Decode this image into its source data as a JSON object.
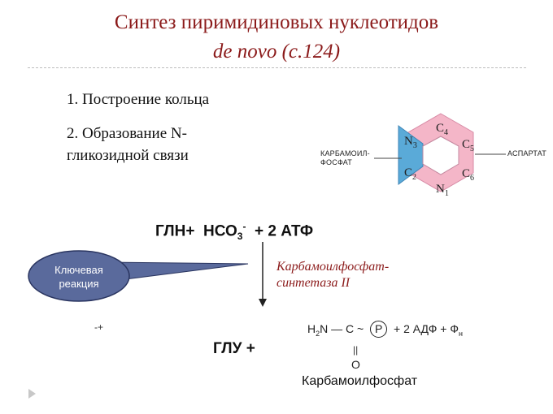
{
  "slide": {
    "title": "Синтез пиримидиновых нуклеотидов",
    "subtitle": "de novo (с.124)",
    "items": [
      {
        "text": "1. Построение кольца"
      },
      {
        "text_line1": "2. Образование N-",
        "text_line2": "гликозидной связи"
      }
    ]
  },
  "ring": {
    "left_label_line1": "КАРБАМОИЛ-",
    "left_label_line2": "ФОСФАТ",
    "right_label": "АСПАРТАТ",
    "atoms": {
      "c4": "C",
      "c4_sub": "4",
      "n3": "N",
      "n3_sub": "3",
      "c5": "C",
      "c5_sub": "5",
      "c2": "C",
      "c2_sub": "2",
      "c6": "C",
      "c6_sub": "6",
      "n1": "N",
      "n1_sub": "1"
    },
    "colors": {
      "pink": "#f4b6c8",
      "blue": "#5aaad8",
      "line": "#333333"
    }
  },
  "reaction": {
    "reactants_a": "ГЛН+  НСО",
    "reactants_sub": "3",
    "reactants_sup": "-",
    "reactants_b": "  + 2 АТФ",
    "enzyme_line1": "Карбамоилфосфат-",
    "enzyme_line2": "синтетаза II",
    "key_line1": "Ключевая",
    "key_line2": "реакция",
    "minus_plus": "-+",
    "glu": "ГЛУ +",
    "product_h": "H",
    "product_h_sub": "2",
    "product_rest": "N — C ~",
    "product_p": "P",
    "product_tail": "+ 2 АДФ + Ф",
    "product_tail_sub": "н",
    "double_bond": "||",
    "oxygen": "O",
    "product_name": "Карбамоилфосфат",
    "colors": {
      "bubble": "#5a6a9c",
      "bubble_edge": "#2a3560"
    }
  }
}
